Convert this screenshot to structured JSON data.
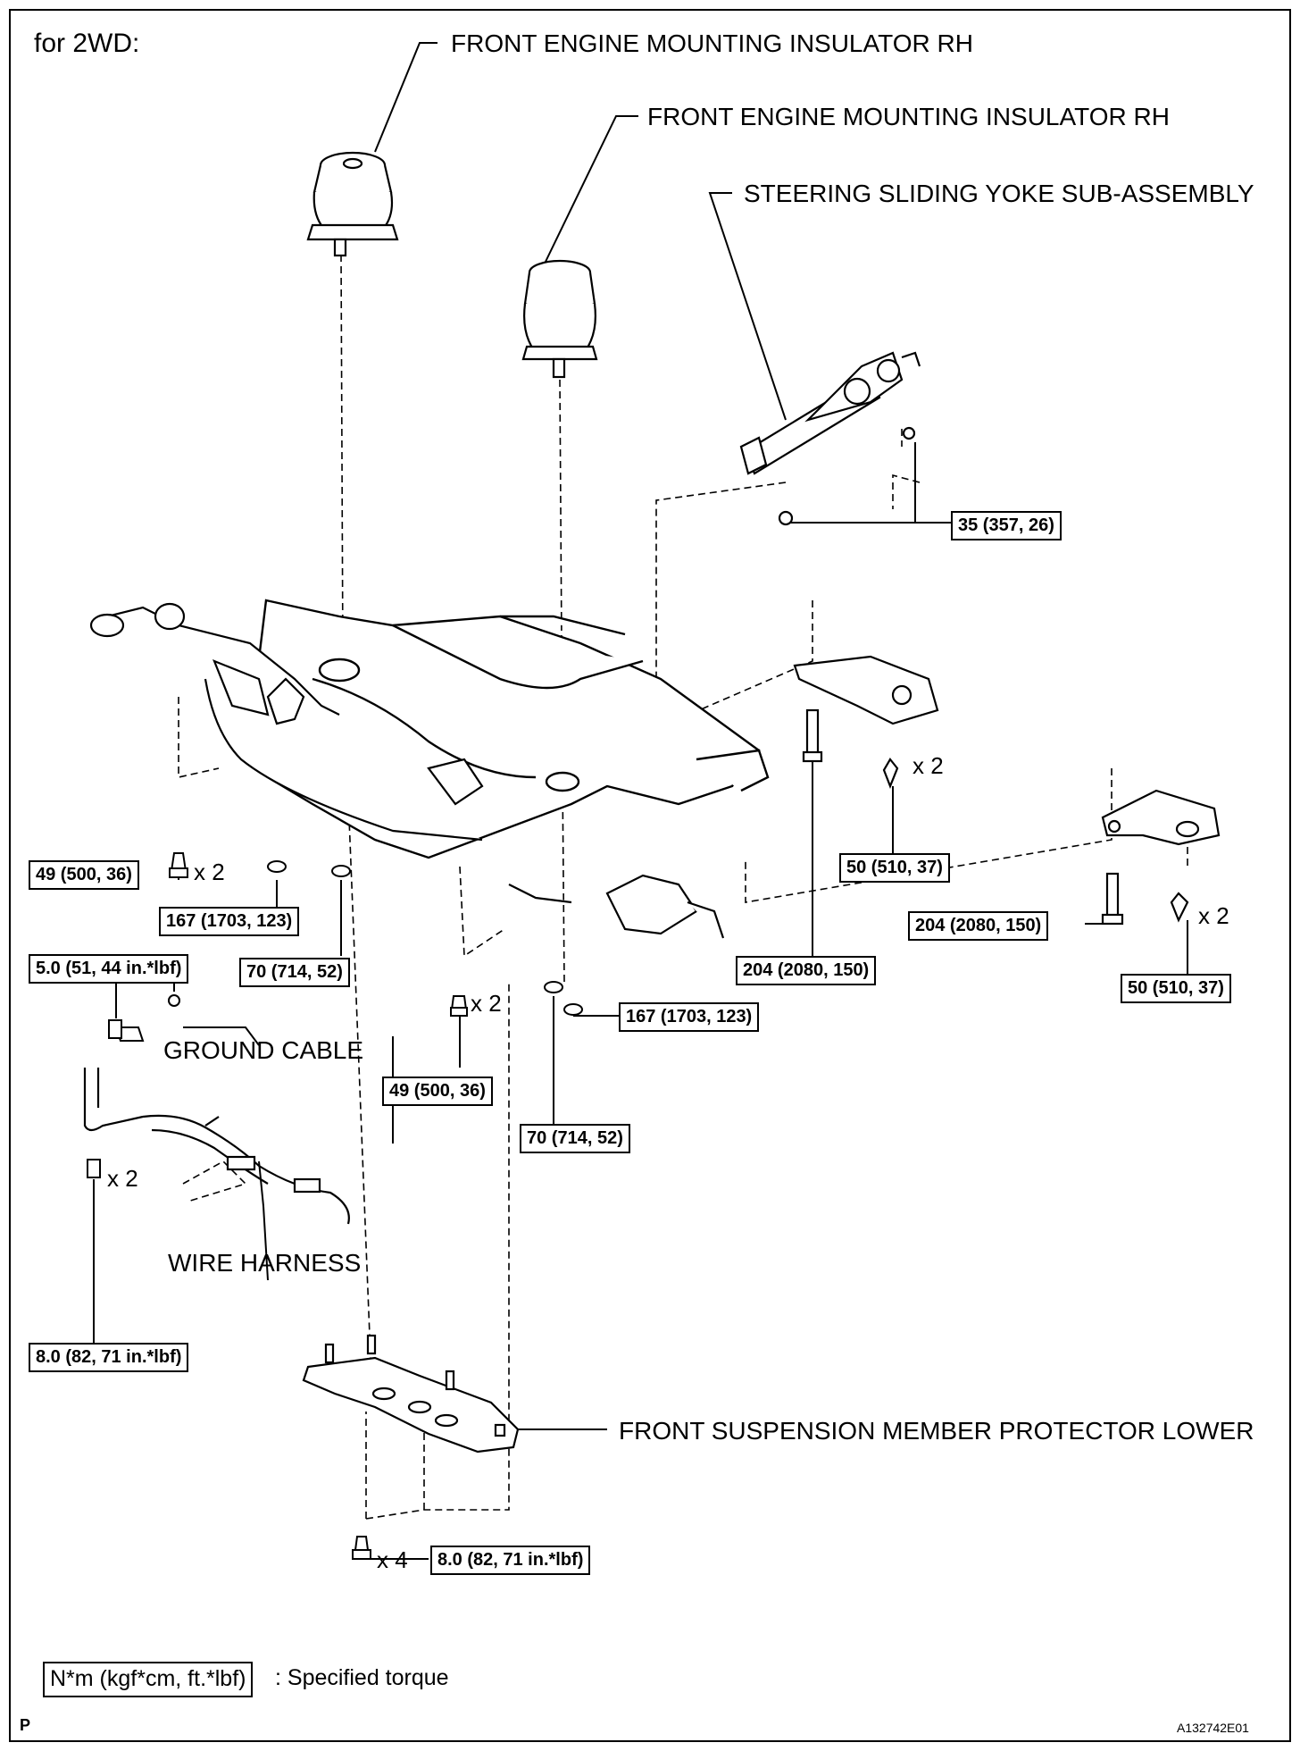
{
  "header": {
    "variant": "for 2WD:"
  },
  "labels": {
    "engine_mount_left": "FRONT ENGINE MOUNTING INSULATOR RH",
    "engine_mount_right": "FRONT ENGINE MOUNTING INSULATOR RH",
    "steering_yoke": "STEERING SLIDING YOKE SUB-ASSEMBLY",
    "ground_cable": "GROUND CABLE",
    "wire_harness": "WIRE HARNESS",
    "protector_lower": "FRONT SUSPENSION MEMBER PROTECTOR LOWER"
  },
  "torques": {
    "yoke": "35 (357, 26)",
    "left_bolt_49": "49 (500, 36)",
    "left_nut_167": "167 (1703, 123)",
    "left_nut_70": "70 (714, 52)",
    "ground_cable": "5.0 (51, 44 in.*lbf)",
    "center_49": "49 (500, 36)",
    "center_167": "167 (1703, 123)",
    "center_70": "70 (714, 52)",
    "bracket_bolt_50": "50 (510, 37)",
    "bracket_204": "204 (2080, 150)",
    "right_204": "204 (2080, 150)",
    "right_50": "50 (510, 37)",
    "harness_bolt": "8.0 (82, 71 in.*lbf)",
    "protector_bolt": "8.0 (82, 71 in.*lbf)"
  },
  "multipliers": {
    "left_bolt": "x 2",
    "bracket_bolt": "x 2",
    "right_bolt": "x 2",
    "center_bolt": "x 2",
    "harness_bolt": "x 2",
    "protector_bolt": "x 4"
  },
  "legend": {
    "unit": "N*m (kgf*cm, ft.*lbf)",
    "description": ": Specified torque"
  },
  "footer": {
    "left_mark": "P",
    "figure_id": "A132742E01"
  }
}
